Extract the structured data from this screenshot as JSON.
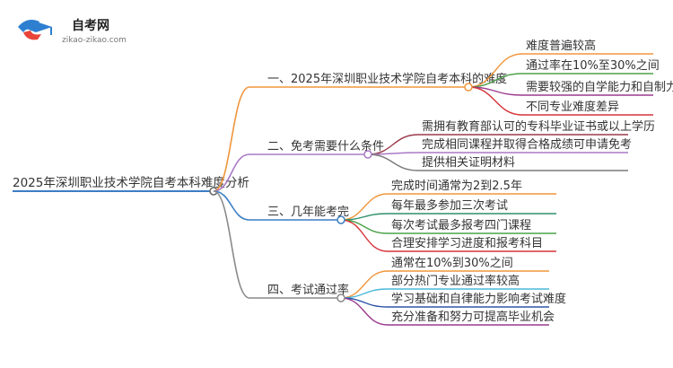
{
  "logo": {
    "title": "自考网",
    "subtitle": "zikao-zikao.com",
    "colors": {
      "blue": "#2f7fd1",
      "red": "#e8443a"
    }
  },
  "root": {
    "label": "2025年深圳职业技术学院自考本科难度分析",
    "color": "#3a7ec2"
  },
  "branches": [
    {
      "label": "一、2025年深圳职业技术学院自考本科的难度",
      "color": "#f0963c",
      "children": [
        {
          "label": "难度普遍较高",
          "color": "#f0963c"
        },
        {
          "label": "通过率在10%至30%之间",
          "color": "#4ba24a"
        },
        {
          "label": "需要较强的自学能力和自制力",
          "color": "#9b3a8e"
        },
        {
          "label": "不同专业难度差异",
          "color": "#d6343a"
        }
      ]
    },
    {
      "label": "二、免考需要什么条件",
      "color": "#a97ac6",
      "children": [
        {
          "label": "需拥有教育部认可的专科毕业证书或以上学历",
          "color": "#9b3a4a"
        },
        {
          "label": "完成相同课程并取得合格成绩可申请免考",
          "color": "#a97ac6"
        },
        {
          "label": "提供相关证明材料",
          "color": "#7a7a7a"
        }
      ]
    },
    {
      "label": "三、几年能考完",
      "color": "#3a7ec2",
      "children": [
        {
          "label": "完成时间通常为2到2.5年",
          "color": "#f0963c"
        },
        {
          "label": "每年最多参加三次考试",
          "color": "#2f8f6a"
        },
        {
          "label": "每次考试最多报考四门课程",
          "color": "#4ba24a"
        },
        {
          "label": "合理安排学习进度和报考科目",
          "color": "#d6343a"
        }
      ]
    },
    {
      "label": "四、考试通过率",
      "color": "#8a8a8a",
      "children": [
        {
          "label": "通常在10%到30%之间",
          "color": "#f0963c"
        },
        {
          "label": "部分热门专业通过率较高",
          "color": "#4ab8d8"
        },
        {
          "label": "学习基础和自律能力影响考试难度",
          "color": "#2f56a8"
        },
        {
          "label": "充分准备和努力可提高毕业机会",
          "color": "#9b3a8e"
        }
      ]
    }
  ]
}
